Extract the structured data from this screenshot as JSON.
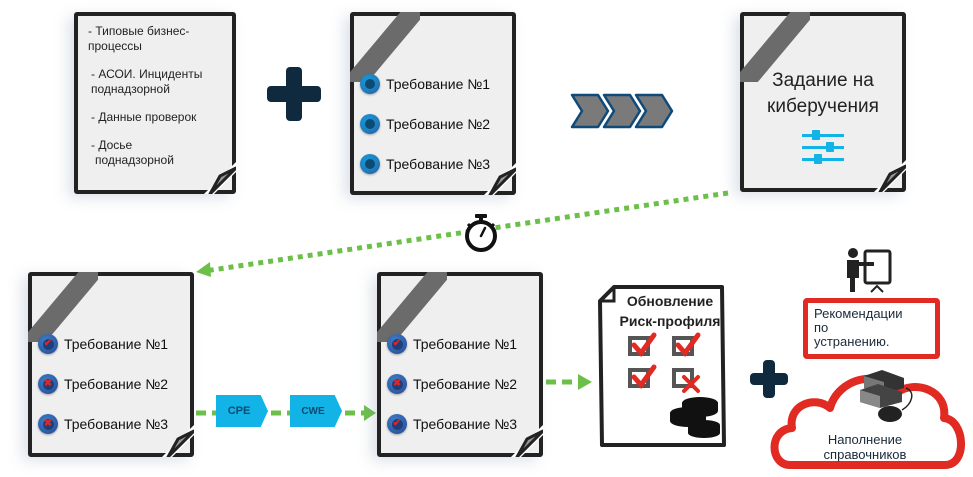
{
  "source_doc": {
    "items": [
      "- Типовые бизнес-",
      "процессы",
      "- АСОИ. Инциденты",
      "поднадзорной",
      "- Данные проверок",
      "- Досье",
      "поднадзорной"
    ]
  },
  "requirements_doc": {
    "items": [
      {
        "label": "Требование №1",
        "status": "pending"
      },
      {
        "label": "Требование №2",
        "status": "pending"
      },
      {
        "label": "Требование №3",
        "status": "pending"
      }
    ]
  },
  "task_doc": {
    "title_line1": "Задание на",
    "title_line2": "киберучения",
    "icon": "sliders-icon"
  },
  "timer": {
    "icon": "stopwatch-icon"
  },
  "assessment_doc": {
    "items": [
      {
        "label": "Требование №1",
        "status": "passed"
      },
      {
        "label": "Требование №2",
        "status": "failed"
      },
      {
        "label": "Требование №3",
        "status": "failed"
      }
    ]
  },
  "stages": {
    "cpe": "CPE",
    "cwe": "CWE"
  },
  "result_doc": {
    "items": [
      {
        "label": "Требование №1",
        "status": "passed"
      },
      {
        "label": "Требование №2",
        "status": "failed"
      },
      {
        "label": "Требование №3",
        "status": "passed"
      }
    ]
  },
  "risk_profile": {
    "title_line1": "Обновление",
    "title_line2": "Риск-профиля",
    "checks": [
      "passed",
      "passed",
      "passed",
      "failed"
    ],
    "icon": "coins-icon"
  },
  "recommendations": {
    "line1": "Рекомендации",
    "line2": "по",
    "line3": "устранению.",
    "icon": "presenter-icon"
  },
  "references": {
    "line1": "Наполнение",
    "line2": "справочников",
    "icon": "books-mouse-icon"
  },
  "colors": {
    "accent_green": "#6cc04a",
    "accent_cyan": "#12b3e6",
    "alert_red": "#e02a22",
    "dark_navy": "#0f2a3e"
  }
}
